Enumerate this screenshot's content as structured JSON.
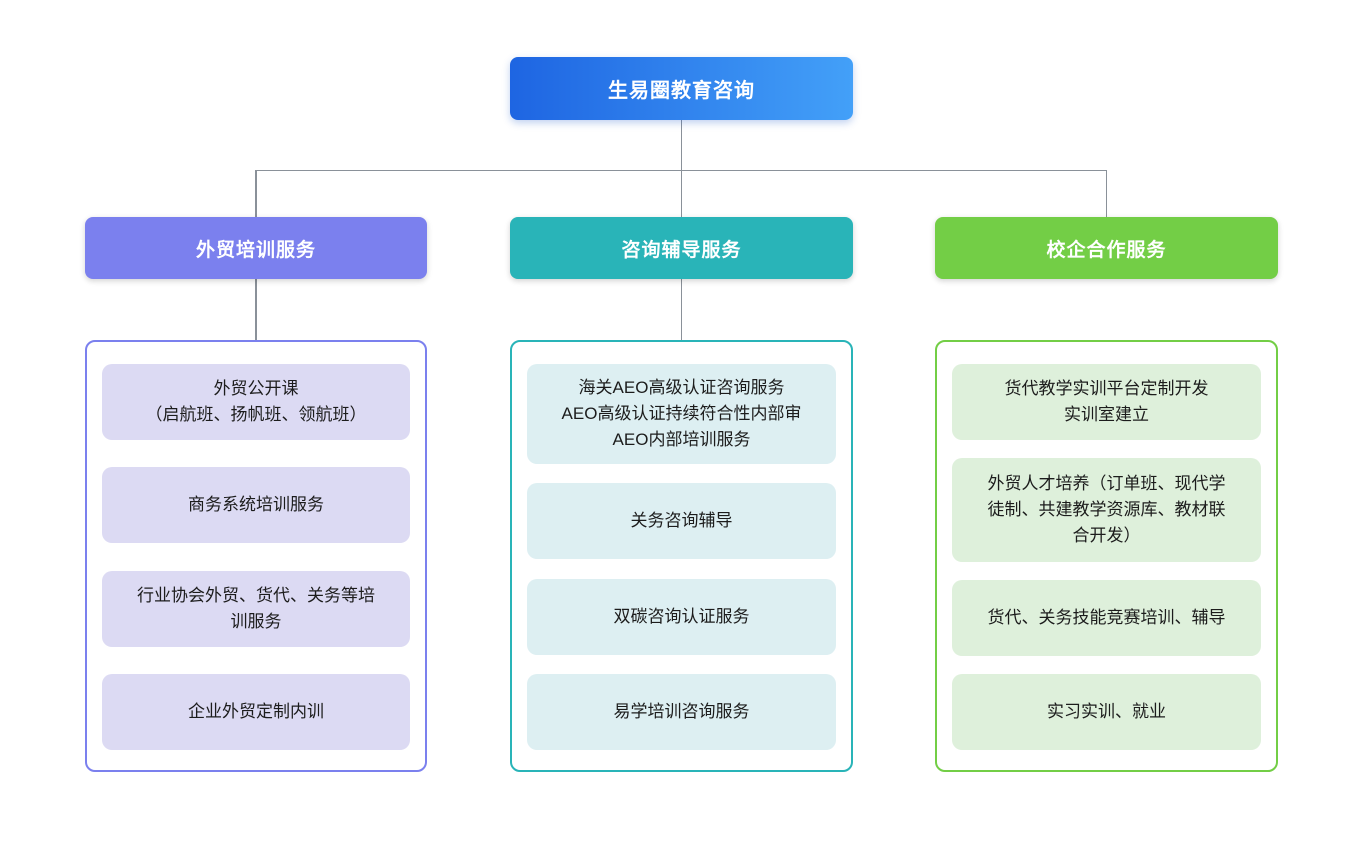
{
  "root": {
    "label": "生易圈教育咨询",
    "gradient_start": "#1e65e2",
    "gradient_end": "#43a0f8"
  },
  "connector_color": "#8a9199",
  "branches": [
    {
      "label": "外贸培训服务",
      "color": "#7b80ee",
      "item_bg": "#dcdaf3",
      "items": [
        "外贸公开课\n（启航班、扬帆班、领航班）",
        "商务系统培训服务",
        "行业协会外贸、货代、关务等培\n训服务",
        "企业外贸定制内训"
      ]
    },
    {
      "label": "咨询辅导服务",
      "color": "#29b4b8",
      "item_bg": "#ddeff2",
      "items": [
        "海关AEO高级认证咨询服务\nAEO高级认证持续符合性内部审\nAEO内部培训服务",
        "关务咨询辅导",
        "双碳咨询认证服务",
        "易学培训咨询服务"
      ]
    },
    {
      "label": "校企合作服务",
      "color": "#73ce46",
      "item_bg": "#def0db",
      "items": [
        "货代教学实训平台定制开发\n实训室建立",
        "外贸人才培养（订单班、现代学\n徒制、共建教学资源库、教材联\n合开发）",
        "货代、关务技能竞赛培训、辅导",
        "实习实训、就业"
      ]
    }
  ]
}
